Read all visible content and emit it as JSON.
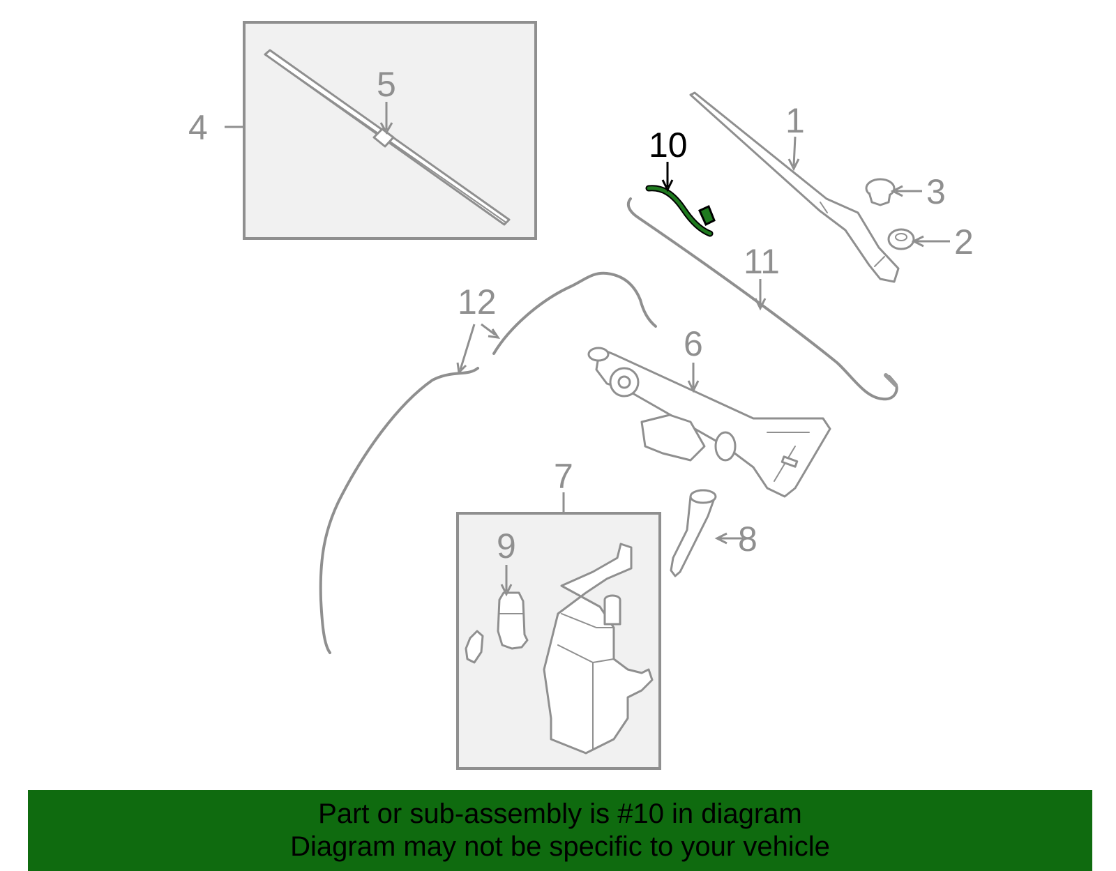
{
  "callouts": {
    "c1": "1",
    "c2": "2",
    "c3": "3",
    "c4": "4",
    "c5": "5",
    "c6": "6",
    "c7": "7",
    "c8": "8",
    "c9": "9",
    "c10": "10",
    "c11": "11",
    "c12": "12"
  },
  "highlight_part": "10",
  "colors": {
    "line": "#8f8f8f",
    "box_fill": "#f1f1f1",
    "highlight_part": "#1f7a1f",
    "banner": "#0f6b0f"
  },
  "banner": {
    "line1": "Part or sub-assembly is #10 in diagram",
    "line2": "Diagram may not be specific to your vehicle"
  }
}
